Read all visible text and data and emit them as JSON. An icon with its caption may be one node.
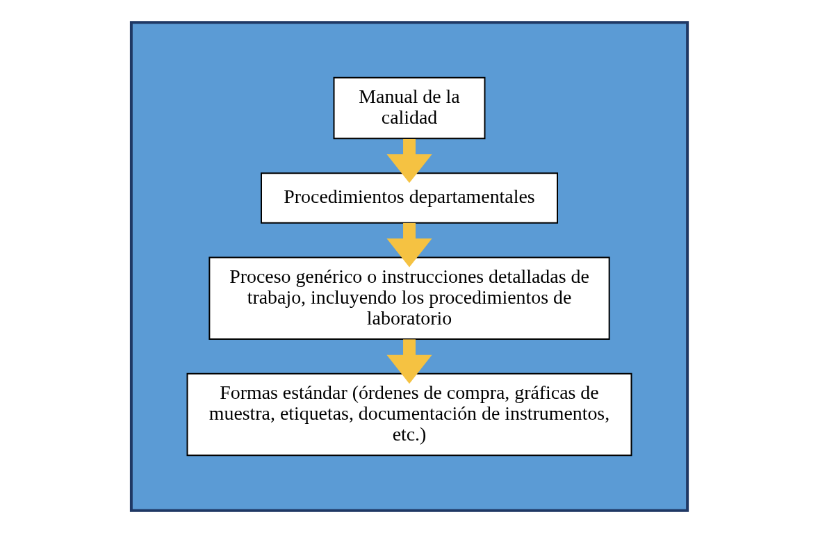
{
  "diagram": {
    "nodes": [
      {
        "text": [],
        "shape": "triangle"
      },
      {
        "text": [
          "Manual de la  calidad"
        ],
        "in": 0
      },
      {
        "text": [
          "Procedimientos departamentales"
        ],
        "in": 0
      },
      {
        "text": [
          "Proceso genérico o instrucciones detalladas de trabajo, incluyendo los procedimientos de laboratorio"
        ],
        "in": 0
      },
      {
        "text": [
          "Formas estándar (órdenes de compra, gráficas de muestra, etiquetas, documentación de instrumentos, etc.)"
        ],
        "in": 0
      }
    ],
    "edges": [
      {
        "from": 1,
        "to": 2,
        "arrow": "to"
      },
      {
        "from": 2,
        "to": 3,
        "arrow": "to"
      },
      {
        "from": 3,
        "to": 4,
        "arrow": "to"
      }
    ]
  }
}
